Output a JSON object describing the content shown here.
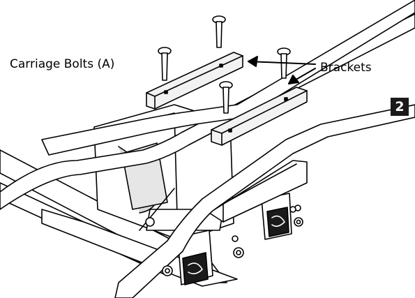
{
  "labels": {
    "carriage_bolts": "Carriage Bolts (A)",
    "brackets": "Brackets"
  },
  "step": "2",
  "colors": {
    "line": "#000000",
    "shade": "#d9d9d9",
    "paper": "#ffffff"
  }
}
